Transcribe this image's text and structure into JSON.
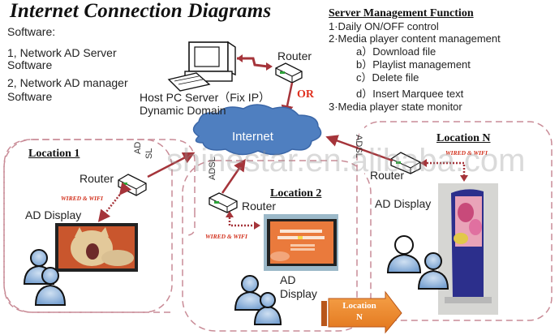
{
  "title": "Internet Connection Diagrams",
  "software": {
    "heading": "Software:",
    "items": [
      {
        "line1": "1, Network AD Server",
        "line2": "Software"
      },
      {
        "line1": "2, Network AD manager",
        "line2": "Software"
      }
    ]
  },
  "host": {
    "line1": "Host PC Server（Fix IP）",
    "or_label": "OR",
    "line2": "Dynamic Domain",
    "router_label": "Router"
  },
  "server_management": {
    "title": "Server Management Function",
    "items": [
      "1·Daily ON/OFF control",
      "2·Media player content management",
      "a）Download   file",
      "b）Playlist management",
      "c）Delete file",
      "d）Insert Marquee text",
      "3·Media player state monitor"
    ]
  },
  "internet": {
    "label": "Internet"
  },
  "watermark": "shinestar.en.alibaba.com",
  "connection_labels": {
    "adsl": "ADSL",
    "ad_sl_1": "AD",
    "ad_sl_2": "SL",
    "wired_wifi": "WIRED & WIFI"
  },
  "locations": [
    {
      "name": "Location 1",
      "router_label": "Router",
      "display_label": "AD Display",
      "display_content": "cat-photo"
    },
    {
      "name": "Location 2",
      "router_label": "Router",
      "display_label_1": "AD",
      "display_label_2": "Display",
      "display_content": "korean-ad-screen"
    },
    {
      "name": "Location N",
      "router_label": "Router",
      "display_label": "AD Display",
      "display_content": "flower-kiosk"
    }
  ],
  "location_n_arrow": {
    "line1": "Location",
    "line2": "N"
  },
  "colors": {
    "arrow_red": "#a5343a",
    "dash_border": "#c98c97",
    "cloud_blue": "#4f7fc0",
    "wifi_red": "#d2301c",
    "orange_arrow": "#f08a2a",
    "users_blue": "#8fb2d9"
  }
}
